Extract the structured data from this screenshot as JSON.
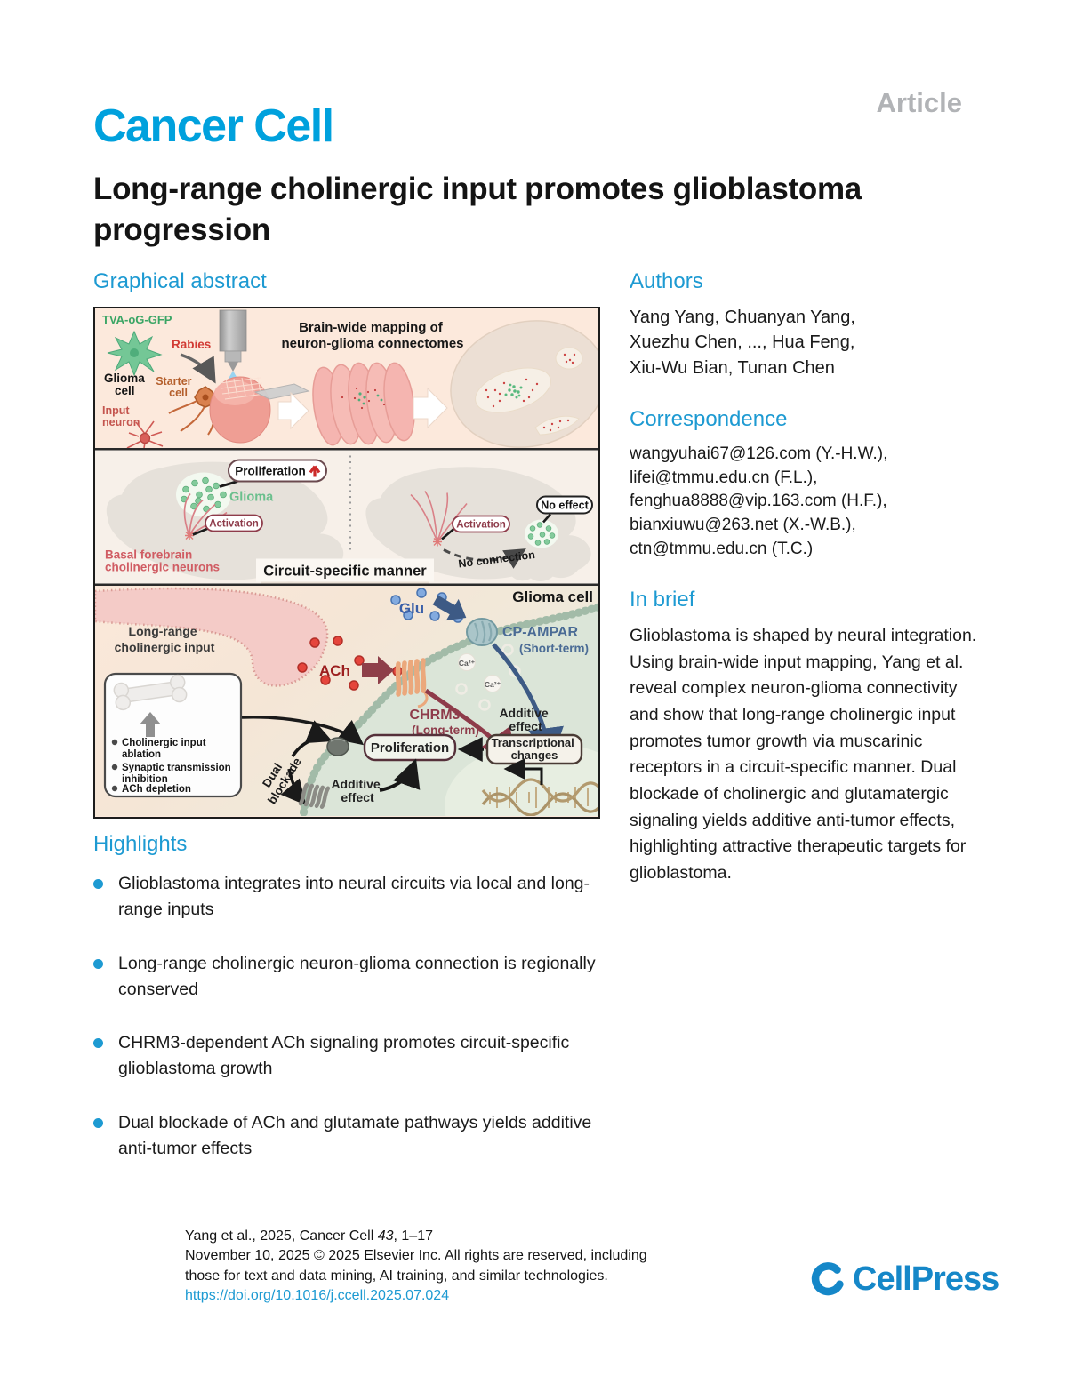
{
  "header": {
    "article_label": "Article",
    "journal": "Cancer Cell",
    "title": "Long-range cholinergic input promotes glioblastoma progression"
  },
  "sections": {
    "graphical_abstract": "Graphical abstract",
    "authors": "Authors",
    "correspondence": "Correspondence",
    "in_brief": "In brief",
    "highlights": "Highlights"
  },
  "authors": [
    "Yang Yang, Chuanyan Yang,",
    "Xuezhu Chen, ..., Hua Feng,",
    "Xiu-Wu Bian, Tunan Chen"
  ],
  "correspondence": [
    "wangyuhai67@126.com (Y.-H.W.),",
    "lifei@tmmu.edu.cn (F.L.),",
    "fenghua8888@vip.163.com (H.F.),",
    "bianxiuwu@263.net (X.-W.B.),",
    "ctn@tmmu.edu.cn (T.C.)"
  ],
  "in_brief": "Glioblastoma is shaped by neural integration. Using brain-wide input mapping, Yang et al. reveal complex neuron-glioma connectivity and show that long-range cholinergic input promotes tumor growth via muscarinic receptors in a circuit-specific manner. Dual blockade of cholinergic and glutamatergic signaling yields additive anti-tumor effects, highlighting attractive therapeutic targets for glioblastoma.",
  "highlights": [
    "Glioblastoma integrates into neural circuits via local and long-range inputs",
    "Long-range cholinergic neuron-glioma connection is regionally conserved",
    "CHRM3-dependent ACh signaling promotes circuit-specific glioblastoma growth",
    "Dual blockade of ACh and glutamate pathways yields additive anti-tumor effects"
  ],
  "figure": {
    "panel1": {
      "tva_label": "TVA-oG-GFP",
      "rabies_label": "Rabies",
      "glioma_cell_line1": "Glioma",
      "glioma_cell_line2": "cell",
      "starter_line1": "Starter",
      "starter_line2": "cell",
      "input_line1": "Input",
      "input_line2": "neuron",
      "title_line1": "Brain-wide mapping of",
      "title_line2": "neuron-glioma connectomes"
    },
    "panel2": {
      "proliferation": "Proliferation",
      "glioma": "Glioma",
      "activation_left": "Activation",
      "basal_line1": "Basal forebrain",
      "basal_line2": "cholinergic neurons",
      "banner": "Circuit-specific manner",
      "activation_right": "Activation",
      "no_effect": "No effect",
      "no_connection": "No connection"
    },
    "panel3": {
      "longrange_line1": "Long-range",
      "longrange_line2": "cholinergic input",
      "ach": "ACh",
      "glu": "Glu",
      "glioma_cell": "Glioma cell",
      "cp_ampar": "CP-AMPAR",
      "cp_ampar_sub": "(Short-term)",
      "chrm3": "CHRM3",
      "chrm3_sub": "(Long-term)",
      "ca1": "Ca²⁺",
      "ca2": "Ca²⁺",
      "additive1_line1": "Additive",
      "additive1_line2": "effect",
      "additive2_line1": "Additive",
      "additive2_line2": "effect",
      "proliferation": "Proliferation",
      "transcriptional_line1": "Transcriptional",
      "transcriptional_line2": "changes",
      "dual_line1": "Dual",
      "dual_line2": "blockade",
      "ablation_line1": "Cholinergic input",
      "ablation_line2": "ablation",
      "synaptic_line1": "Synaptic transmission",
      "synaptic_line2": "inhibition",
      "ach_depletion": "ACh depletion"
    }
  },
  "footer": {
    "citation_pre": "Yang et al., 2025, Cancer Cell ",
    "citation_volume": "43",
    "citation_suffix": ", 1–17",
    "rights_line1": "November 10, 2025 © 2025 Elsevier Inc. All rights are reserved, including",
    "rights_line2": "those for text and data mining, AI training, and similar technologies.",
    "doi": "https://doi.org/10.1016/j.ccell.2025.07.024",
    "publisher": "CellPress"
  },
  "colors": {
    "accent_blue": "#1d9ad2",
    "journal_blue": "#00a1dd",
    "cellpress_blue": "#1587c8",
    "maroon": "#8e3b4a",
    "glu_blue": "#3d5a85",
    "glioma_green": "#84cb9c"
  }
}
